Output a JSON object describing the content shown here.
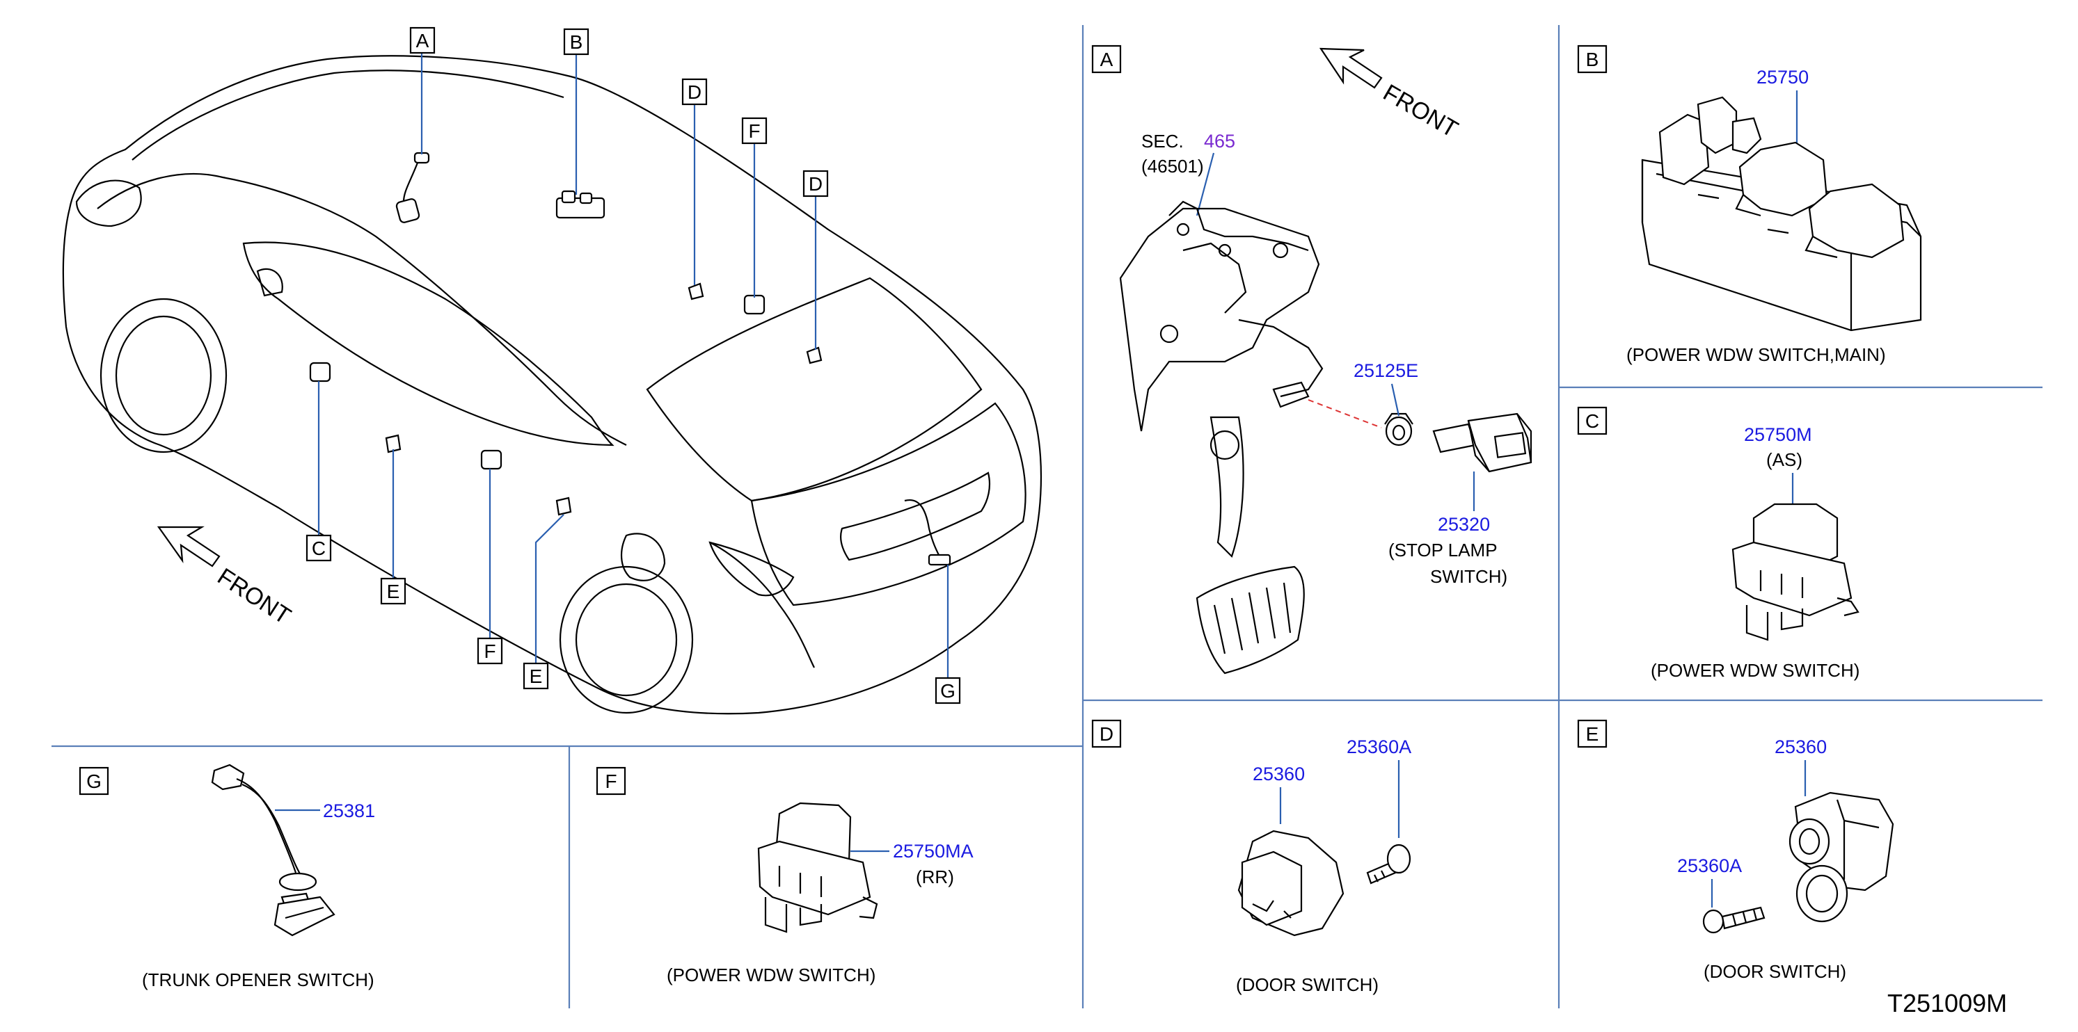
{
  "car_view": {
    "callouts": {
      "A": "A",
      "B": "B",
      "C": "C",
      "D1": "D",
      "D2": "D",
      "E1": "E",
      "E2": "E",
      "F1": "F",
      "F2": "F",
      "G": "G"
    },
    "front_label": "FRONT"
  },
  "panel_A": {
    "letter": "A",
    "front_label": "FRONT",
    "sec_prefix": "SEC.",
    "sec_number": "465",
    "sec_sub": "(46501)",
    "part_1": "25125E",
    "part_2": "25320",
    "caption_1": "(STOP   LAMP",
    "caption_2": "SWITCH)"
  },
  "panel_B": {
    "letter": "B",
    "part": "25750",
    "caption": "(POWER   WDW   SWITCH,MAIN)"
  },
  "panel_C": {
    "letter": "C",
    "part": "25750M",
    "part_sub": "(AS)",
    "caption": "(POWER   WDW   SWITCH)"
  },
  "panel_D": {
    "letter": "D",
    "part_1": "25360",
    "part_2": "25360A",
    "caption": "(DOOR   SWITCH)"
  },
  "panel_E": {
    "letter": "E",
    "part_1": "25360",
    "part_2": "25360A",
    "caption": "(DOOR   SWITCH)"
  },
  "panel_F": {
    "letter": "F",
    "part": "25750MA",
    "part_sub": "(RR)",
    "caption": "(POWER   WDW   SWITCH)"
  },
  "panel_G": {
    "letter": "G",
    "part": "25381",
    "caption": "(TRUNK   OPENER   SWITCH)"
  },
  "diagram_code": "T251009M"
}
